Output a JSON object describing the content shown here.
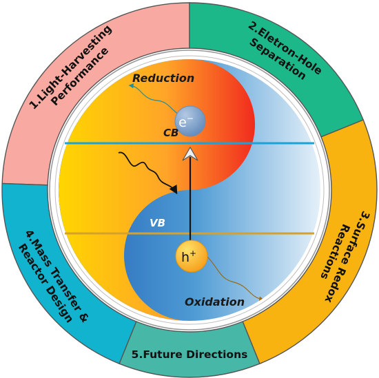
{
  "segments": [
    {
      "label": "1.Light-Harvesting Performance",
      "lines": [
        "1.Light-Harvesting",
        "Performance"
      ],
      "color": "#f8a9a1"
    },
    {
      "label": "2.Eletron-Hole Separation",
      "lines": [
        "2.Eletron-Hole",
        "Separation"
      ],
      "color": "#1db889"
    },
    {
      "label": "3.Surface Redox Reactions",
      "lines": [
        "3.Surface Redox",
        "Reactions"
      ],
      "color": "#f8b310"
    },
    {
      "label": "4.Mass Transfer & Reactor Design",
      "lines": [
        "4.Mass Transfer &",
        "Reactor Design"
      ],
      "color": "#12b3cf"
    },
    {
      "label": "5.Future Directions",
      "lines": [
        "5.Future Directions"
      ],
      "color": "#47b7a8"
    }
  ],
  "bands": {
    "cb": {
      "label": "CB",
      "color": "#1aa3d8"
    },
    "vb": {
      "label": "VB",
      "color": "#d4a22a"
    }
  },
  "carriers": {
    "electron": {
      "symbol": "e",
      "charge": "−"
    },
    "hole": {
      "symbol": "h",
      "charge": "+"
    }
  },
  "processes": {
    "reduction": "Reduction",
    "oxidation": "Oxidation"
  }
}
